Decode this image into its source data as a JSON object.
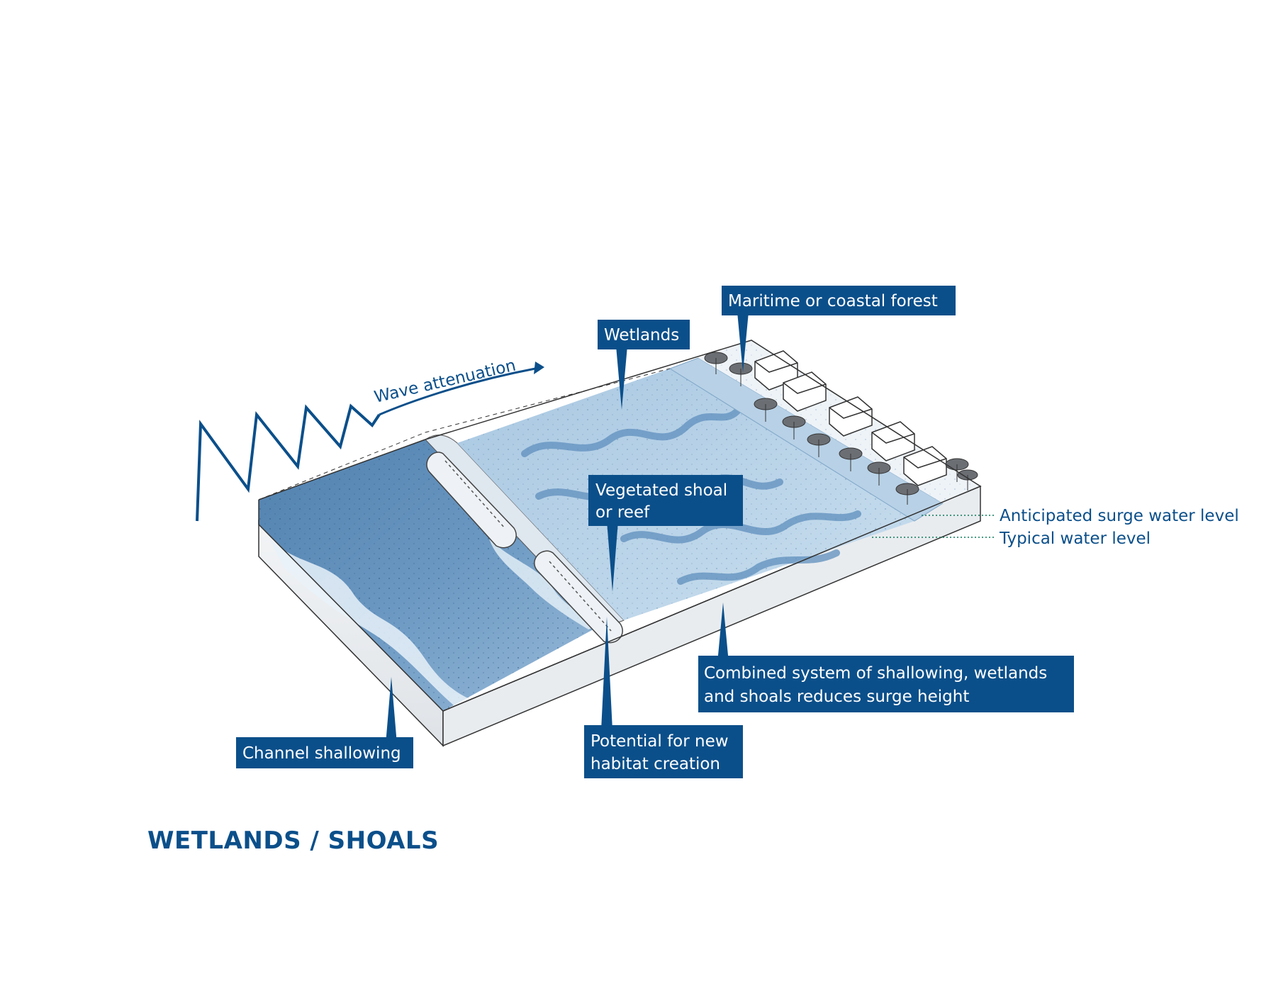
{
  "title": "WETLANDS / SHOALS",
  "wave_label": "Wave attenuation",
  "callouts": {
    "maritime_forest": "Maritime or coastal forest",
    "wetlands": "Wetlands",
    "vegetated_shoal_line1": "Vegetated shoal",
    "vegetated_shoal_line2": "or reef",
    "combined_line1": "Combined system of shallowing, wetlands",
    "combined_line2": "and shoals reduces surge height",
    "potential_line1": "Potential for new",
    "potential_line2": "habitat creation",
    "channel": "Channel shallowing"
  },
  "water_levels": {
    "surge": "Anticipated surge water level",
    "typical": "Typical water level"
  },
  "colors": {
    "brand_blue": "#0b4f8a",
    "water": "#6f9cc4",
    "wetland": "#bcd6ea",
    "forest_ground": "#e6eef5"
  }
}
